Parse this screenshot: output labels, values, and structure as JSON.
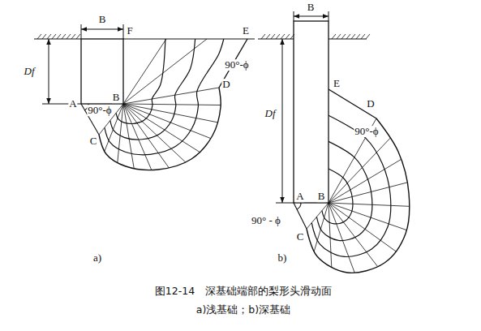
{
  "diagram": {
    "caption": "图12-14　深基础端部的梨形头滑动面",
    "labels": [
      "B",
      "F",
      "E",
      "Df",
      "90°-ϕ",
      "D",
      "A",
      "90°-ϕ",
      "B",
      "C",
      "a)",
      "B",
      "E",
      "Df",
      "D",
      "90°-ϕ",
      "A",
      "B",
      "90° - ϕ",
      "C",
      "b)",
      "a)浅基础；b)深基础"
    ]
  }
}
